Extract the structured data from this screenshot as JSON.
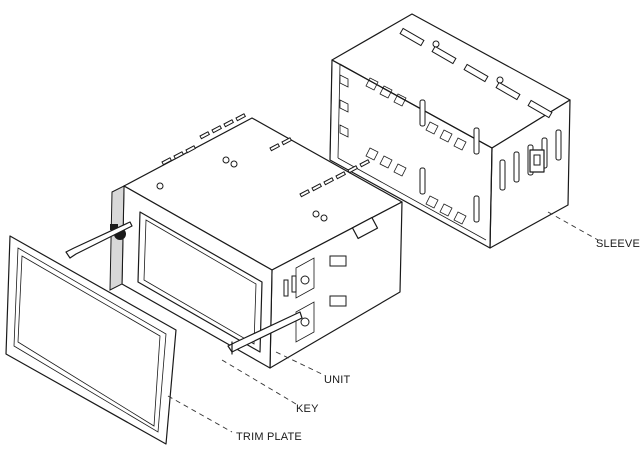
{
  "labels": {
    "sleeve": "SLEEVE",
    "unit": "UNIT",
    "key": "KEY",
    "trim_plate": "TRIM PLATE"
  },
  "colors": {
    "line": "#1a1a1a",
    "background": "#ffffff"
  },
  "parts": [
    "sleeve",
    "unit",
    "key",
    "trim-plate"
  ]
}
